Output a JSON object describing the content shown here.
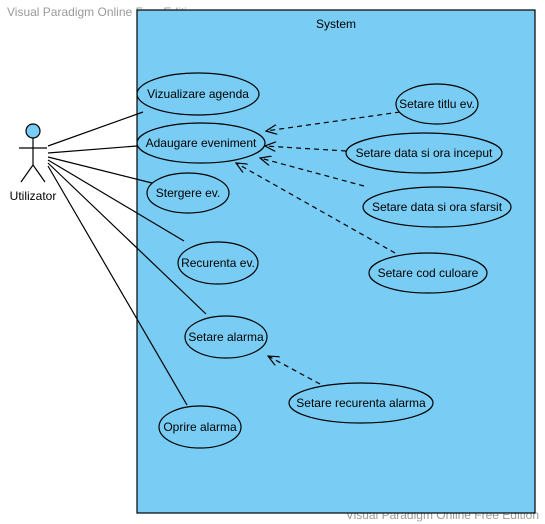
{
  "watermark_top": "Visual Paradigm Online Free Edition",
  "watermark_bottom": "Visual Paradigm Online Free Edition",
  "system": {
    "title": "System",
    "fill": "#79cdf4"
  },
  "actor": {
    "name": "Utilizator",
    "head_color": "#79cdf4"
  },
  "use_cases": {
    "vizualizare_agenda": "Vizualizare agenda",
    "adaugare_eveniment": "Adaugare eveniment",
    "stergere_ev": "Stergere ev.",
    "recurenta_ev": "Recurenta ev.",
    "setare_alarma": "Setare alarma",
    "oprire_alarma": "Oprire alarma",
    "setare_titlu_ev": "Setare titlu ev.",
    "setare_data_inceput": "Setare data si ora inceput",
    "setare_data_sfarsit": "Setare data si ora sfarsit",
    "setare_cod_culoare": "Setare cod culoare",
    "setare_recurenta_alarma": "Setare recurenta alarma"
  }
}
